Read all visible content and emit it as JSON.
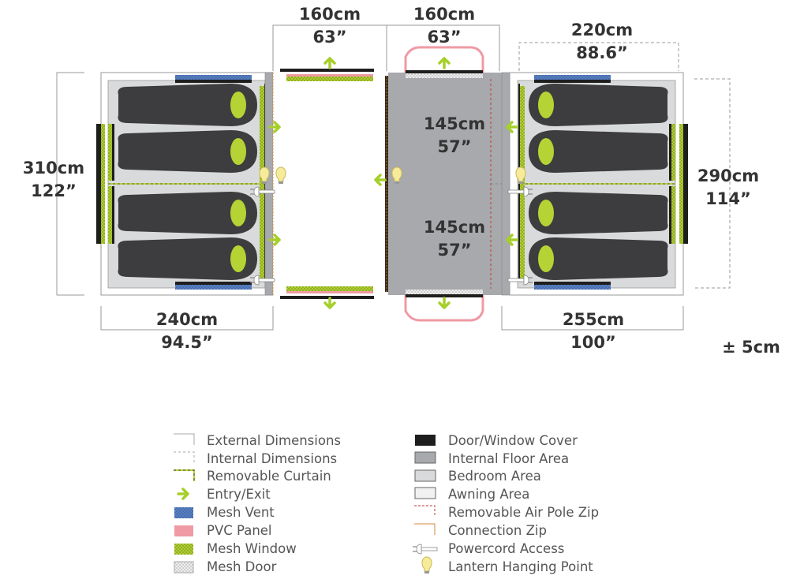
{
  "dimensions": {
    "top_left_awning": {
      "cm": "160cm",
      "in": "63”"
    },
    "top_center": {
      "cm": "160cm",
      "in": "63”"
    },
    "top_right_internal": {
      "cm": "220cm",
      "in": "88.6”"
    },
    "left_height": {
      "cm": "310cm",
      "in": "122”"
    },
    "right_height_internal": {
      "cm": "290cm",
      "in": "114”"
    },
    "center_upper": {
      "cm": "145cm",
      "in": "57”"
    },
    "center_lower": {
      "cm": "145cm",
      "in": "57”"
    },
    "bottom_left": {
      "cm": "240cm",
      "in": "94.5”"
    },
    "bottom_right": {
      "cm": "255cm",
      "in": "100”"
    },
    "tolerance": "± 5cm"
  },
  "colors": {
    "mesh_window": "#b5d334",
    "mesh_vent": "#5b82c4",
    "pvc_panel": "#ef9aa4",
    "door_cover": "#1e1e1e",
    "internal_floor": "#a7a9ac",
    "bedroom": "#d9dadb",
    "awning": "#f1f1f1",
    "sleeping_bag": "#3d3d3f",
    "entry_arrow": "#a6cf2a",
    "lantern": "#f6eb9a"
  },
  "legend": {
    "left": [
      {
        "icon": "external-dimensions",
        "label": "External Dimensions"
      },
      {
        "icon": "internal-dimensions",
        "label": "Internal Dimensions"
      },
      {
        "icon": "removable-curtain",
        "label": "Removable Curtain"
      },
      {
        "icon": "entry-arrow",
        "label": "Entry/Exit"
      },
      {
        "icon": "mesh-vent",
        "label": "Mesh Vent"
      },
      {
        "icon": "pvc-panel",
        "label": "PVC Panel"
      },
      {
        "icon": "mesh-window",
        "label": "Mesh Window"
      },
      {
        "icon": "mesh-door",
        "label": "Mesh Door"
      }
    ],
    "right": [
      {
        "icon": "door-window-cover",
        "label": "Door/Window Cover"
      },
      {
        "icon": "internal-floor",
        "label": "Internal Floor Area"
      },
      {
        "icon": "bedroom-area",
        "label": "Bedroom Area"
      },
      {
        "icon": "awning-area",
        "label": "Awning Area"
      },
      {
        "icon": "air-pole-zip",
        "label": "Removable Air Pole Zip"
      },
      {
        "icon": "connection-zip",
        "label": "Connection Zip"
      },
      {
        "icon": "powercord",
        "label": "Powercord Access"
      },
      {
        "icon": "lantern",
        "label": "Lantern Hanging Point"
      }
    ]
  }
}
